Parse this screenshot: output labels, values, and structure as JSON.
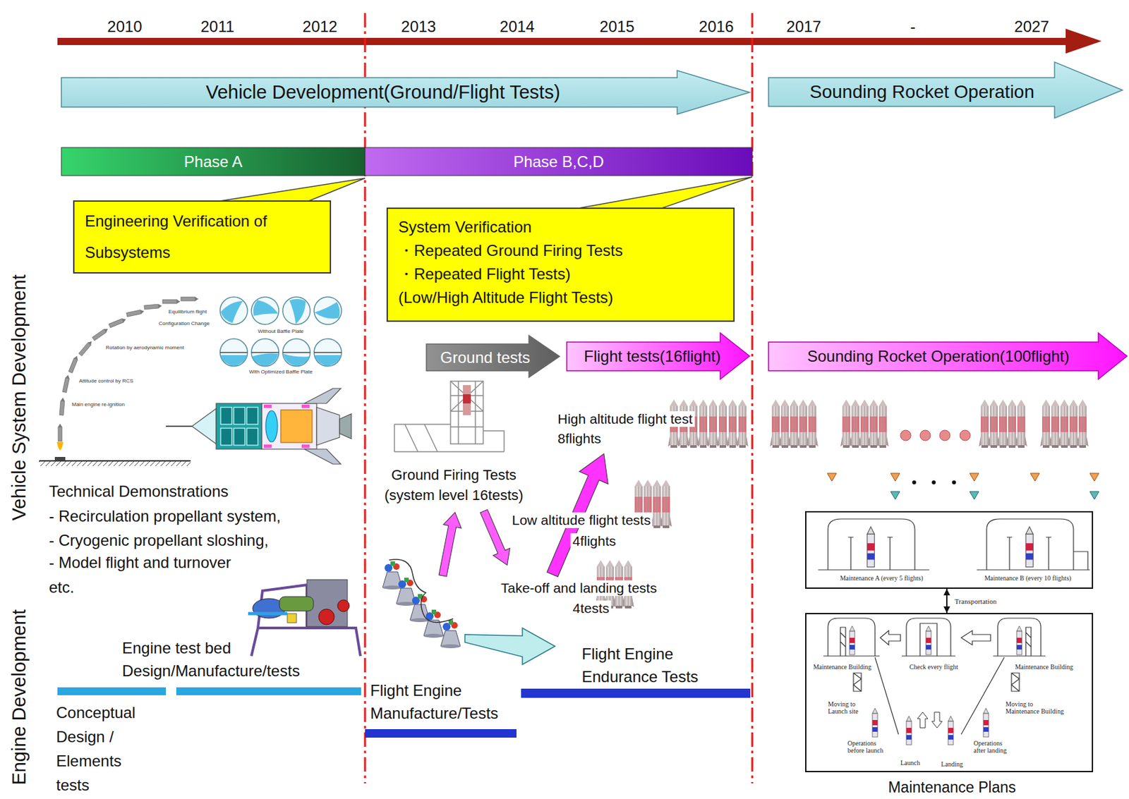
{
  "diagram": {
    "nodes": [
      {
        "text": [
          "Vehicle Development(Ground/Flight Tests)"
        ]
      },
      {
        "text": [
          "Sounding Rocket Operation"
        ]
      },
      {
        "text": [
          "Phase A"
        ]
      },
      {
        "text": [
          "Phase B,C,D"
        ]
      },
      {
        "text": [
          "Engineering Verification of Subsystems"
        ]
      },
      {
        "text": [
          "System Verification",
          "・Repeated Ground Firing Tests",
          "・Repeated Flight Tests)",
          "(Low/High Altitude Flight Tests)"
        ]
      },
      {
        "text": [
          "Ground tests"
        ]
      },
      {
        "text": [
          "Flight tests(16flight)"
        ]
      },
      {
        "text": [
          "Sounding Rocket Operation(100flight)"
        ]
      },
      {
        "text": [
          "Maintenance A (every 5 flights)",
          "Maintenance B (every 10 flights)"
        ]
      },
      {
        "text": [
          "Maintenance Building",
          "Check every flight",
          "Maintenance Building",
          "Moving to Launch site",
          "Moving to Maintenance Building",
          "Operations before launch",
          "Launch",
          "Landing",
          "Operations after landing"
        ]
      }
    ],
    "edges": [
      {
        "from": 9,
        "to": 10,
        "arrow": "both",
        "label": "Transportation"
      }
    ],
    "labels": [
      "2010",
      "2011",
      "2012",
      "2013",
      "2014",
      "2015",
      "2016",
      "2017",
      "-",
      "2027",
      "Vehicle System Development",
      "Engine Development",
      "Equilibrium flight",
      "Configuration Change",
      "Rotation by aerodynamic moment",
      "Attitude control by RCS",
      "Main engine re-ignition",
      "Without Baffle Plate",
      "With Optimized Baffle Plate",
      "Technical Demonstrations",
      "- Recirculation propellant system,",
      "- Cryogenic propellant sloshing,",
      "- Model flight and turnover",
      "etc.",
      "Ground Firing Tests",
      "(system level 16tests)",
      "High altitude flight test",
      "8flights",
      "Low altitude flight tests",
      "4flights",
      "Take-off and landing tests",
      "4tests",
      "Engine test bed",
      "Design/Manufacture/tests",
      "Conceptual",
      "Design /",
      "Elements",
      "tests",
      "Flight Engine",
      "Manufacture/Tests",
      "Flight Engine",
      "Endurance Tests",
      "Maintenance Plans"
    ]
  }
}
